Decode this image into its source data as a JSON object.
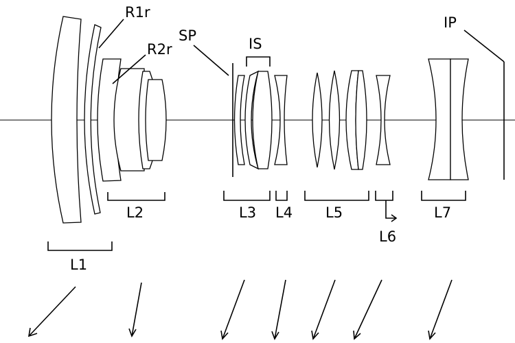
{
  "diagram": {
    "labels": {
      "r1r": "R1r",
      "r2r": "R2r",
      "sp": "SP",
      "is": "IS",
      "ip": "IP",
      "l1": "L1",
      "l2": "L2",
      "l3": "L3",
      "l4": "L4",
      "l5": "L5",
      "l6": "L6",
      "l7": "L7"
    },
    "colors": {
      "line": "#000000",
      "background": "#ffffff"
    }
  }
}
